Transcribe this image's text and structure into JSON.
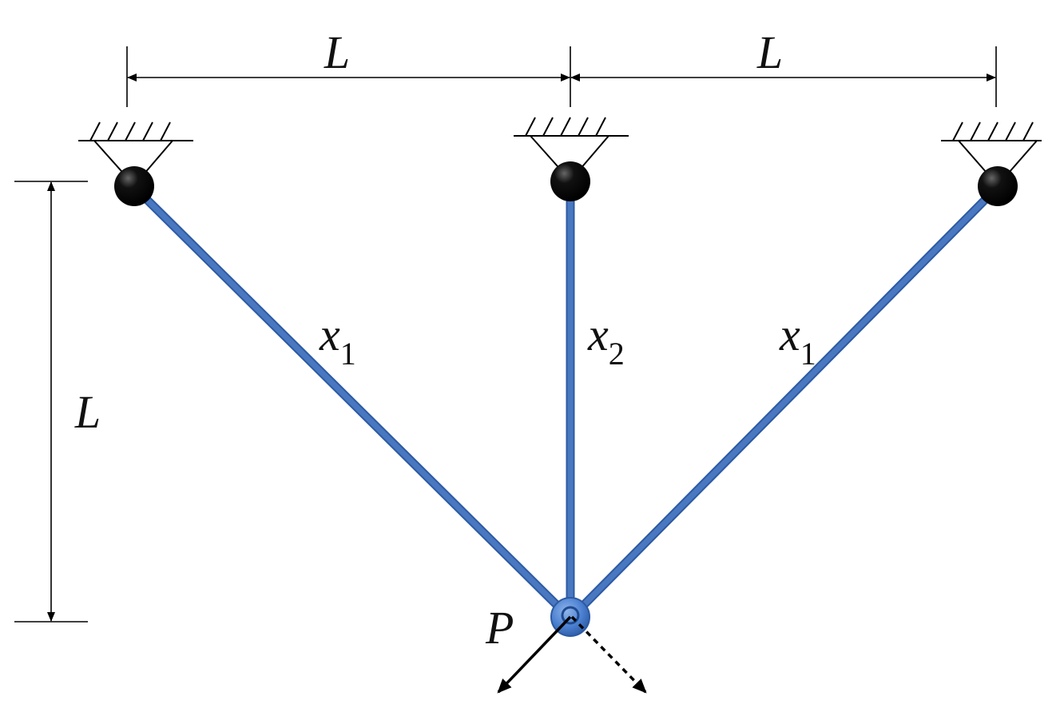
{
  "dimensions": {
    "span_left": "L",
    "span_right": "L",
    "height": "L"
  },
  "members": {
    "left": {
      "var": "x",
      "sub": "1"
    },
    "middle": {
      "var": "x",
      "sub": "2"
    },
    "right": {
      "var": "x",
      "sub": "1"
    }
  },
  "load": {
    "label": "P"
  },
  "colors": {
    "bar": "#4a78c0",
    "bar_dark": "#2d5aa3",
    "joint": "#000000",
    "load_node": "#4a7fd0"
  }
}
